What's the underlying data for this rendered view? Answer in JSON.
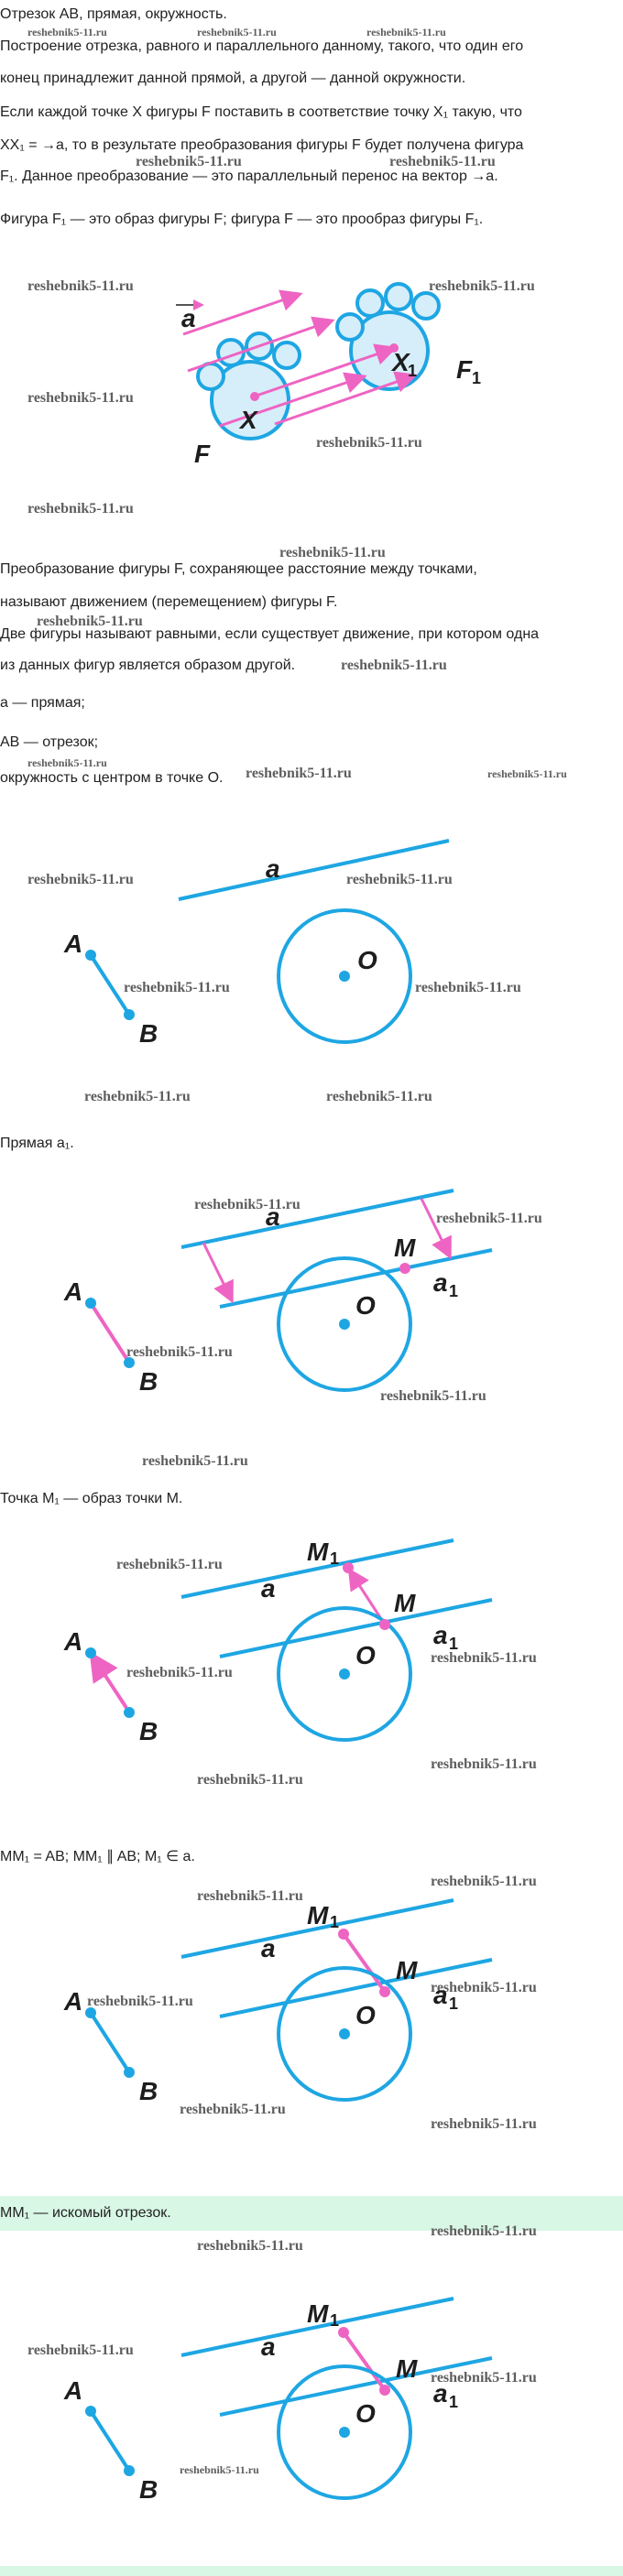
{
  "lines": [
    "Отрезок AB, прямая, окружность.",
    "Построение отрезка, равного и параллельного данному, такого, что один его",
    "конец принадлежит данной прямой, а другой — данной окружности.",
    "Если каждой точке X фигуры F поставить в соответствие точку X₁ такую, что",
    "XX₁ = →a, то в результате преобразования фигуры F будет получена фигура",
    "F₁. Данное преобразование — это параллельный перенос на вектор →a.",
    "Фигура F₁ — это образ фигуры F; фигура F — это прообраз фигуры F₁.",
    "Преобразование фигуры F, сохраняющее расстояние между точками,",
    "называют движением (перемещением) фигуры F.",
    "Две фигуры называют равными, если существует движение, при котором одна",
    "из данных фигур является образом другой.",
    "a — прямая;",
    "AB — отрезок;",
    "окружность с центром в точке O.",
    "Прямая a₁.",
    "Точка M₁ — образ точки M.",
    "MM₁ = AB; MM₁ ∥ AB; M₁ ∈ a.",
    "MM₁ — искомый отрезок."
  ],
  "watermark": "reshebnik5-11.ru",
  "labels": {
    "a": "a",
    "a1": "a",
    "a1_sub": "1",
    "A": "A",
    "B": "B",
    "O": "O",
    "M": "M",
    "M1": "M",
    "M1_sub": "1",
    "X": "X",
    "X1": "X",
    "X1_sub": "1",
    "F": "F",
    "F1": "F",
    "F1_sub": "1",
    "vec_a": "a"
  },
  "colors": {
    "figure": "#1ea6e3",
    "fill": "#d6eefa",
    "arrow": "#ee64c3",
    "highlight": "#d8f7e5"
  }
}
